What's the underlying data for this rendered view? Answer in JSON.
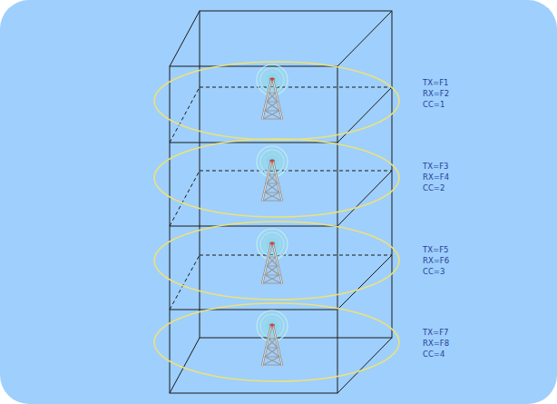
{
  "diagram": {
    "labels": [
      "TX=F1",
      "RX=F2",
      "CC=1",
      "TX=F3",
      "RX=F4",
      "CC=2",
      "TX=F5",
      "RX=F6",
      "CC=3",
      "TX=F7",
      "RX=F8",
      "CC=4"
    ]
  }
}
